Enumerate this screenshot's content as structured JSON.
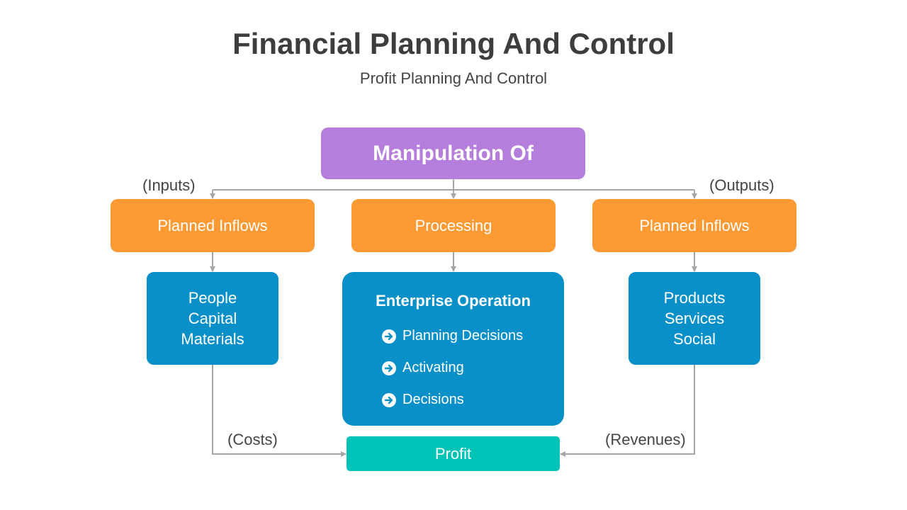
{
  "header": {
    "title": "Financial Planning And Control",
    "subtitle": "Profit Planning And Control"
  },
  "nodes": {
    "top": "Manipulation Of",
    "left_orange": "Planned Inflows",
    "center_orange": "Processing",
    "right_orange": "Planned Inflows",
    "left_blue": [
      "People",
      "Capital",
      "Materials"
    ],
    "right_blue": [
      "Products",
      "Services",
      "Social"
    ],
    "enterprise": {
      "title": "Enterprise Operation",
      "items": [
        "Planning Decisions",
        "Activating",
        "Decisions"
      ]
    },
    "bottom": "Profit"
  },
  "labels": {
    "inputs": "(Inputs)",
    "outputs": "(Outputs)",
    "costs": "(Costs)",
    "revenues": "(Revenues)"
  },
  "colors": {
    "purple": "#b57edc",
    "orange": "#fd9a33",
    "blue": "#0a90c8",
    "teal": "#00c3b8",
    "connector": "#a6a6a6"
  }
}
